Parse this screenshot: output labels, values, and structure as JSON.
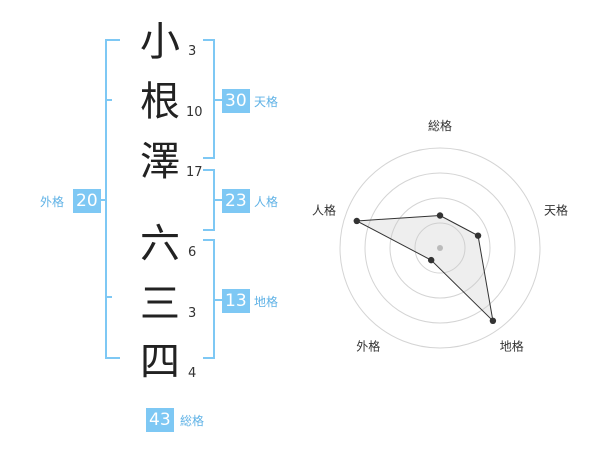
{
  "name": {
    "chars": [
      {
        "char": "小",
        "strokes": "3"
      },
      {
        "char": "根",
        "strokes": "10"
      },
      {
        "char": "澤",
        "strokes": "17"
      },
      {
        "char": "六",
        "strokes": "6"
      },
      {
        "char": "三",
        "strokes": "3"
      },
      {
        "char": "四",
        "strokes": "4"
      }
    ]
  },
  "fortunes": {
    "tenkaku": {
      "value": "30",
      "label": "天格"
    },
    "jinkaku": {
      "value": "23",
      "label": "人格"
    },
    "chikaku": {
      "value": "13",
      "label": "地格"
    },
    "gaikaku": {
      "value": "20",
      "label": "外格"
    },
    "soukaku": {
      "value": "43",
      "label": "総格"
    }
  },
  "bracket_color": "#7ec8f4",
  "chart_data": {
    "type": "radar",
    "axes": [
      "総格",
      "天格",
      "地格",
      "外格",
      "人格"
    ],
    "levels": 4,
    "max": 4,
    "values": [
      1.3,
      1.6,
      3.6,
      0.6,
      3.5
    ]
  }
}
